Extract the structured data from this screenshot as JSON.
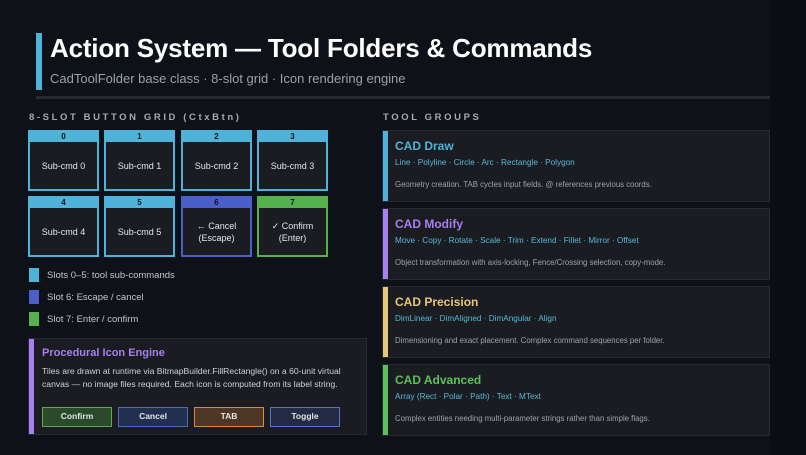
{
  "header": {
    "title": "Action System — Tool Folders & Commands",
    "subtitle": "CadToolFolder base class · 8-slot grid · Icon rendering engine",
    "accent_color": "#4fb3d9"
  },
  "slot_grid": {
    "section_label": "8-SLOT BUTTON GRID (CtxBtn)",
    "slots": [
      {
        "index": "0",
        "label": "Sub-cmd 0",
        "type": "sub-command",
        "color": "#4fb3d9"
      },
      {
        "index": "1",
        "label": "Sub-cmd 1",
        "type": "sub-command",
        "color": "#4fb3d9"
      },
      {
        "index": "2",
        "label": "Sub-cmd 2",
        "type": "sub-command",
        "color": "#4fb3d9"
      },
      {
        "index": "3",
        "label": "Sub-cmd 3",
        "type": "sub-command",
        "color": "#4fb3d9"
      },
      {
        "index": "4",
        "label": "Sub-cmd 4",
        "type": "sub-command",
        "color": "#4fb3d9"
      },
      {
        "index": "5",
        "label": "Sub-cmd 5",
        "type": "sub-command",
        "color": "#4fb3d9"
      },
      {
        "index": "6",
        "label_line1": "← Cancel",
        "label_line2": "(Escape)",
        "type": "cancel",
        "color": "#4a5fc9"
      },
      {
        "index": "7",
        "label_line1": "✓ Confirm",
        "label_line2": "(Enter)",
        "type": "confirm",
        "color": "#55b14d"
      }
    ],
    "legend": [
      {
        "label": "Slots 0–5: tool sub-commands",
        "color": "#4fb3d9"
      },
      {
        "label": "Slot 6: Escape / cancel",
        "color": "#4a5fc9"
      },
      {
        "label": "Slot 7: Enter / confirm",
        "color": "#55b14d"
      }
    ]
  },
  "procedural_icon_engine": {
    "title": "Procedural Icon Engine",
    "description": "Tiles are drawn at runtime via BitmapBuilder.FillRectangle() on a 60-unit virtual canvas — no image files required. Each icon is computed from its label string.",
    "accent_color": "#a87ff0",
    "sample_buttons": [
      {
        "label": "Confirm",
        "color": "#5aab52"
      },
      {
        "label": "Cancel",
        "color": "#4a6ac8"
      },
      {
        "label": "TAB",
        "color": "#d88a4a"
      },
      {
        "label": "Toggle",
        "color": "#5a72c8"
      }
    ]
  },
  "tool_groups": {
    "section_label": "TOOL GROUPS",
    "groups": [
      {
        "title": "CAD Draw",
        "commands": "Line · Polyline · Circle · Arc · Rectangle · Polygon",
        "description": "Geometry creation. TAB cycles input fields. @ references previous coords.",
        "color": "#4fb3d9"
      },
      {
        "title": "CAD Modify",
        "commands": "Move · Copy · Rotate · Scale · Trim · Extend · Fillet · Mirror · Offset",
        "description": "Object transformation with axis-locking, Fence/Crossing selection, copy-mode.",
        "color": "#a87ff0"
      },
      {
        "title": "CAD Precision",
        "commands": "DimLinear · DimAligned · DimAngular · Align",
        "description": "Dimensioning and exact placement. Complex command sequences per folder.",
        "color": "#e5c77a"
      },
      {
        "title": "CAD Advanced",
        "commands": "Array (Rect · Polar · Path) · Text · MText",
        "description": "Complex entities needing multi-parameter strings rather than simple flags.",
        "color": "#5cc15a"
      }
    ]
  }
}
